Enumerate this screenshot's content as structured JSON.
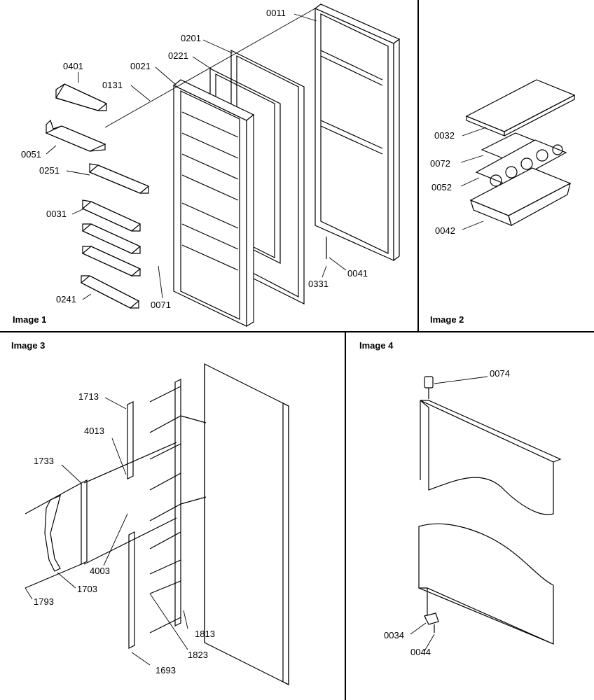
{
  "panels": [
    {
      "title": "Image 1"
    },
    {
      "title": "Image 2"
    },
    {
      "title": "Image 3"
    },
    {
      "title": "Image 4"
    }
  ],
  "image1": {
    "labels": {
      "p0011": "0011",
      "p0201": "0201",
      "p0221": "0221",
      "p0021": "0021",
      "p0401": "0401",
      "p0131": "0131",
      "p0051": "0051",
      "p0251": "0251",
      "p0031": "0031",
      "p0241": "0241",
      "p0071": "0071",
      "p0331": "0331",
      "p0041": "0041"
    }
  },
  "image2": {
    "labels": {
      "p0032": "0032",
      "p0072": "0072",
      "p0052": "0052",
      "p0042": "0042"
    }
  },
  "image3": {
    "labels": {
      "p1713": "1713",
      "p4013": "4013",
      "p1733": "1733",
      "p4003": "4003",
      "p1703": "1703",
      "p1793": "1793",
      "p1813": "1813",
      "p1823": "1823",
      "p1693": "1693"
    }
  },
  "image4": {
    "labels": {
      "p0074": "0074",
      "p0034": "0034",
      "p0044": "0044"
    }
  }
}
